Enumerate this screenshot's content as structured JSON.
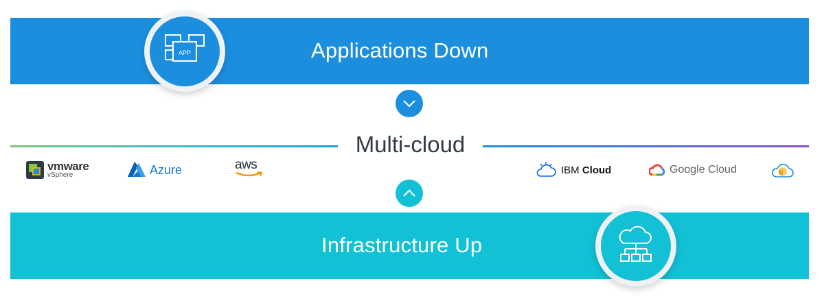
{
  "top_banner": {
    "title": "Applications Down",
    "icon": "app-windows-icon",
    "icon_label": "APP",
    "color": "#1b8fde"
  },
  "bottom_banner": {
    "title": "Infrastructure Up",
    "icon": "cloud-network-icon",
    "color": "#12c1d6"
  },
  "center": {
    "title": "Multi-cloud"
  },
  "logos": {
    "vmware": {
      "name": "vmware",
      "product": "vSphere"
    },
    "azure": {
      "name": "Azure"
    },
    "aws": {
      "name": "aws"
    },
    "ibm": {
      "light": "IBM ",
      "bold": "Cloud"
    },
    "google": {
      "name": "Google Cloud"
    },
    "cube": {
      "icon": "cloud-cube-icon"
    }
  }
}
